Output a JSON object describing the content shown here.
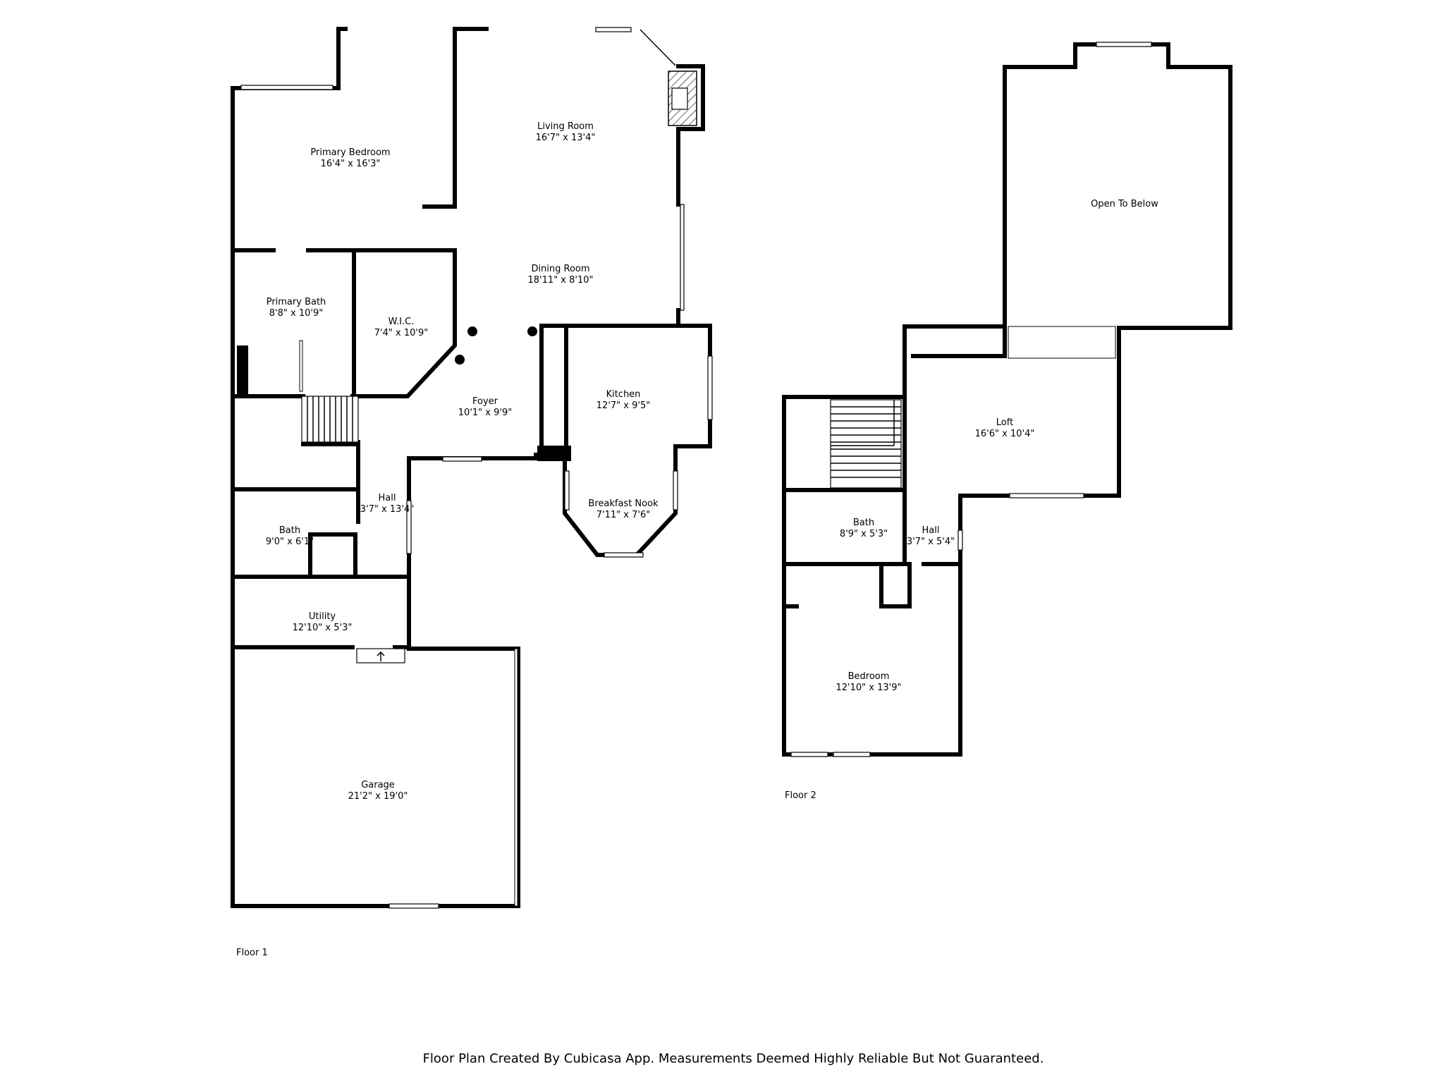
{
  "floor1": {
    "label": "Floor 1",
    "rooms": [
      {
        "id": "primary-bedroom",
        "name": "Primary Bedroom",
        "size": "16'4\" x 16'3\""
      },
      {
        "id": "living-room",
        "name": "Living Room",
        "size": "16'7\" x 13'4\""
      },
      {
        "id": "dining-room",
        "name": "Dining Room",
        "size": "18'11\" x 8'10\""
      },
      {
        "id": "primary-bath",
        "name": "Primary Bath",
        "size": "8'8\" x 10'9\""
      },
      {
        "id": "wic",
        "name": "W.I.C.",
        "size": "7'4\" x 10'9\""
      },
      {
        "id": "foyer",
        "name": "Foyer",
        "size": "10'1\" x 9'9\""
      },
      {
        "id": "kitchen",
        "name": "Kitchen",
        "size": "12'7\" x 9'5\""
      },
      {
        "id": "hall-1",
        "name": "Hall",
        "size": "3'7\" x 13'4\""
      },
      {
        "id": "breakfast-nook",
        "name": "Breakfast Nook",
        "size": "7'11\" x 7'6\""
      },
      {
        "id": "bath-1",
        "name": "Bath",
        "size": "9'0\" x 6'1\""
      },
      {
        "id": "utility",
        "name": "Utility",
        "size": "12'10\" x 5'3\""
      },
      {
        "id": "garage",
        "name": "Garage",
        "size": "21'2\" x 19'0\""
      }
    ]
  },
  "floor2": {
    "label": "Floor 2",
    "rooms": [
      {
        "id": "open-to-below",
        "name": "Open To Below",
        "size": ""
      },
      {
        "id": "loft",
        "name": "Loft",
        "size": "16'6\" x 10'4\""
      },
      {
        "id": "bath-2",
        "name": "Bath",
        "size": "8'9\" x 5'3\""
      },
      {
        "id": "hall-2",
        "name": "Hall",
        "size": "3'7\" x 5'4\""
      },
      {
        "id": "bedroom",
        "name": "Bedroom",
        "size": "12'10\" x 13'9\""
      }
    ]
  },
  "footer": "Floor Plan Created By Cubicasa App. Measurements Deemed Highly Reliable But Not Guaranteed."
}
